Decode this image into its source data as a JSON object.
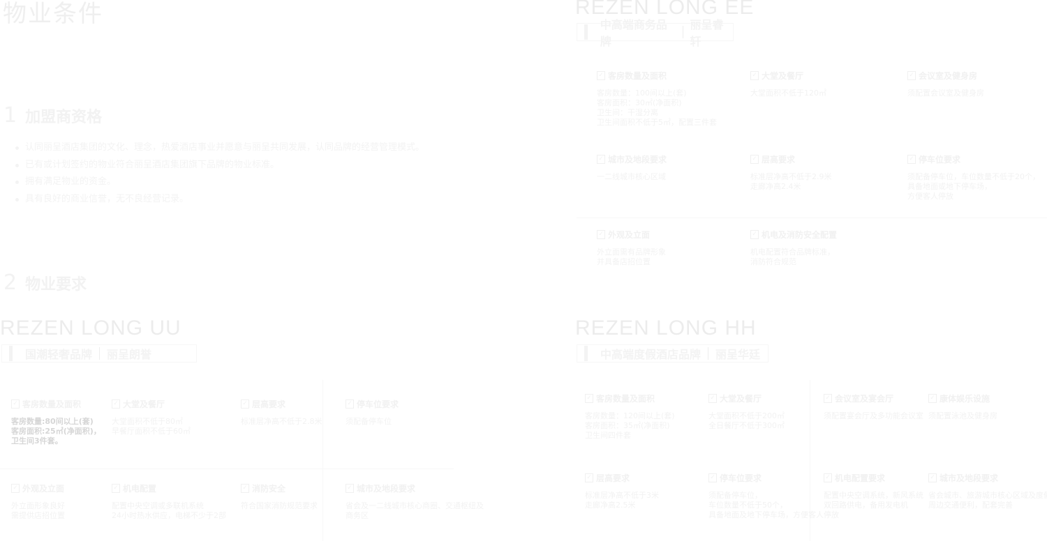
{
  "page_title": "物业条件",
  "franchisee": {
    "num": "1",
    "title": "加盟商资格",
    "items": [
      "认同丽呈酒店集团的文化、理念，热爱酒店事业并愿意与丽呈共同发展，认同品牌的经营管理模式。",
      "已有或计划签约的物业符合丽呈酒店集团旗下品牌的物业标准。",
      "拥有满足物业的资金。",
      "具有良好的商业信誉，无不良经营记录。"
    ]
  },
  "property": {
    "num": "2",
    "title": "物业要求"
  },
  "uu": {
    "brand": "REZEN LONG UU",
    "sub_a": "国潮轻奢品牌",
    "sub_b": "丽呈朗誉",
    "cells": [
      {
        "h": "客房数量及面积",
        "t": "客房数量:80间以上(套)\n客房面积:25㎡(净面积)，\n卫生间3件套。"
      },
      {
        "h": "大堂及餐厅",
        "t": "大堂面积不低于80㎡\n早餐厅面积不低于60㎡"
      },
      {
        "h": "层高要求",
        "t": "标准层净高不低于2.8米"
      },
      {
        "h": "停车位要求",
        "t": "须配备停车位"
      },
      {
        "h": "外观及立面",
        "t": "外立面形象良好\n需提供店招位置"
      },
      {
        "h": "机电配置",
        "t": "配置中央空调或多联机系统\n24小时热水供应，电梯不少于2部"
      },
      {
        "h": "消防安全",
        "t": "符合国家消防规范要求"
      },
      {
        "h": "城市及地段要求",
        "t": "省会及一二线城市核心商圈、交通枢纽及商务区"
      }
    ]
  },
  "ee": {
    "brand": "REZEN LONG EE",
    "sub_a": "中高端商务品牌",
    "sub_b": "丽呈睿轩",
    "cells": [
      {
        "h": "客房数量及面积",
        "t": "客房数量：100间以上(套)\n客房面积：30㎡(净面积)\n卫生间：干湿分离\n卫生间面积不低于5㎡，配置三件套"
      },
      {
        "h": "大堂及餐厅",
        "t": "大堂面积不低于120㎡"
      },
      {
        "h": "会议室及健身房",
        "t": "须配置会议室及健身房"
      },
      {
        "h": "城市及地段要求",
        "t": "一二线城市核心区域"
      },
      {
        "h": "层高要求",
        "t": "标准层净高不低于2.9米\n走廊净高2.4米"
      },
      {
        "h": "停车位要求",
        "t": "须配备停车位，车位数量不低于20个，\n具备地面或地下停车场，\n方便客人停放"
      },
      {
        "h": "外观及立面",
        "t": "外立面需有品牌形象\n并具备店招位置"
      },
      {
        "h": "机电及消防安全配置",
        "t": "机电配置符合品牌标准，\n消防符合规范"
      }
    ]
  },
  "hh": {
    "brand": "REZEN LONG HH",
    "sub_a": "中高端度假酒店品牌",
    "sub_b": "丽呈华廷",
    "cells": [
      {
        "h": "客房数量及面积",
        "t": "客房数量：120间以上(套)\n客房面积：35㎡(净面积)\n卫生间四件套"
      },
      {
        "h": "大堂及餐厅",
        "t": "大堂面积不低于200㎡\n全日餐厅不低于300㎡"
      },
      {
        "h": "会议室及宴会厅",
        "t": "须配置宴会厅及多功能会议室"
      },
      {
        "h": "康体娱乐设施",
        "t": "须配置泳池及健身房"
      },
      {
        "h": "层高要求",
        "t": "标准层净高不低于3米\n走廊净高2.5米"
      },
      {
        "h": "停车位要求",
        "t": "须配备停车位，\n车位数量不低于50个，\n具备地面及地下停车场，方便客人停放"
      },
      {
        "h": "机电配置要求",
        "t": "配置中央空调系统，新风系统\n双回路供电，备用发电机"
      },
      {
        "h": "城市及地段要求",
        "t": "省会城市、旅游城市核心区域及度假区\n周边交通便利，配套完善"
      }
    ]
  },
  "check_glyph": "✓"
}
